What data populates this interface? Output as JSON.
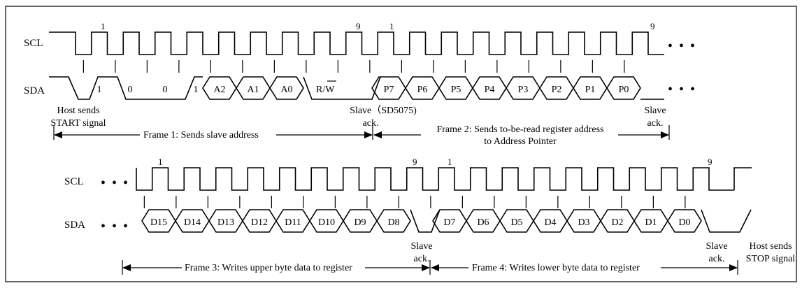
{
  "signals": {
    "scl": "SCL",
    "sda": "SDA",
    "ellipsis": "• • •"
  },
  "top": {
    "sda_bits": [
      "1",
      "0",
      "0",
      "1",
      "A2",
      "A1",
      "A0"
    ],
    "rw_label": "R/W",
    "rw_overbar": "W",
    "pointer_bits": [
      "P7",
      "P6",
      "P5",
      "P4",
      "P3",
      "P2",
      "P1",
      "P0"
    ],
    "clock_marks": [
      "1",
      "9",
      "1",
      "9"
    ],
    "host_start": [
      "Host sends",
      "START signal"
    ],
    "slave_ack_1": [
      "Slave（SD5075)",
      "ack."
    ],
    "slave_ack_2": [
      "Slave",
      "ack."
    ],
    "frame1": "Frame 1: Sends slave address",
    "frame2": [
      "Frame 2: Sends to-be-read register address",
      "to Address Pointer"
    ]
  },
  "bottom": {
    "upper_bits": [
      "D15",
      "D14",
      "D13",
      "D12",
      "D11",
      "D10",
      "D9",
      "D8"
    ],
    "lower_bits": [
      "D7",
      "D6",
      "D5",
      "D4",
      "D3",
      "D2",
      "D1",
      "D0"
    ],
    "clock_marks": [
      "1",
      "9",
      "1",
      "9"
    ],
    "slave_ack_1": [
      "Slave",
      "ack."
    ],
    "slave_ack_2": [
      "Slave",
      "ack."
    ],
    "host_stop": [
      "Host sends",
      "STOP signal"
    ],
    "frame3": "Frame 3: Writes upper byte data to register",
    "frame4": "Frame 4: Writes lower byte data to register"
  }
}
